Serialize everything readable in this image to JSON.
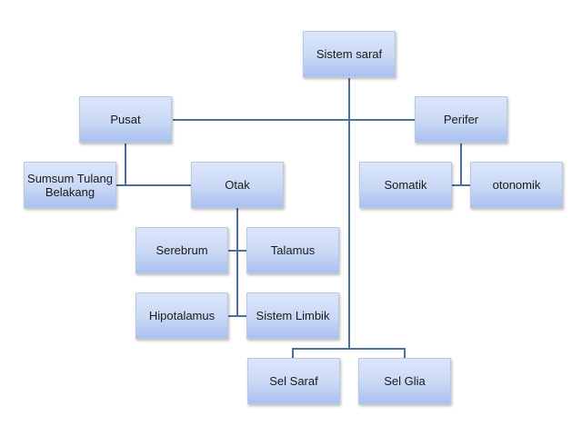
{
  "diagram": {
    "type": "hierarchy",
    "line_color": "#4a6e9e",
    "box_color_top": "#dce6f9",
    "box_color_bottom": "#a9c0ef",
    "nodes": {
      "root": "Sistem saraf",
      "pusat": "Pusat",
      "perifer": "Perifer",
      "sumsum": "Sumsum Tulang Belakang",
      "otak": "Otak",
      "somatik": "Somatik",
      "otonomik": "otonomik",
      "serebrum": "Serebrum",
      "talamus": "Talamus",
      "hipotalamus": "Hipotalamus",
      "limbik": "Sistem Limbik",
      "sel_saraf": "Sel Saraf",
      "sel_glia": "Sel Glia"
    },
    "edges": [
      [
        "Sistem saraf",
        "Pusat"
      ],
      [
        "Sistem saraf",
        "Perifer"
      ],
      [
        "Sistem saraf",
        "Sel Saraf"
      ],
      [
        "Sistem saraf",
        "Sel Glia"
      ],
      [
        "Pusat",
        "Sumsum Tulang Belakang"
      ],
      [
        "Pusat",
        "Otak"
      ],
      [
        "Perifer",
        "Somatik"
      ],
      [
        "Perifer",
        "otonomik"
      ],
      [
        "Otak",
        "Serebrum"
      ],
      [
        "Otak",
        "Talamus"
      ],
      [
        "Otak",
        "Hipotalamus"
      ],
      [
        "Otak",
        "Sistem Limbik"
      ]
    ]
  }
}
